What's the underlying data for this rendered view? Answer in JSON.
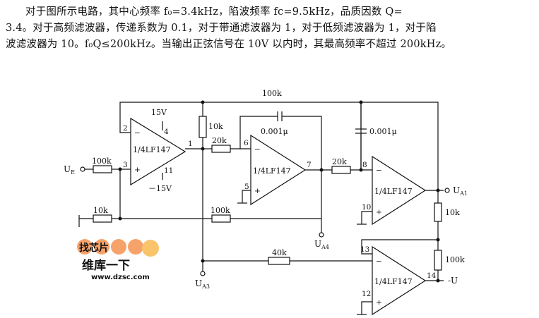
{
  "description": [
    "对于图所示电路，其中心频率 f₀=3.4kHz，陷波频率 fc=9.5kHz，品质因数 Q=",
    "3.4。对于高频滤波器，传递系数为 0.1，对于带通滤波器为 1，对于低频滤波器为 1，对于陷",
    "波滤波器为 10。f₀Q≤200kHz。当输出正弦信号在 10V 以内时，其最高频率不超过 200kHz。"
  ],
  "circuit": {
    "opamp": "1/4LF147",
    "minus": "−",
    "plus": "+",
    "vpos": "15V",
    "vneg": "－15V",
    "pins": {
      "p1": "1",
      "p2": "2",
      "p3": "3",
      "p4": "4",
      "p5": "5",
      "p6": "6",
      "p7": "7",
      "p8": "8",
      "p10": "10",
      "p11": "11",
      "p12": "12",
      "p13": "13",
      "p14": "14"
    },
    "components": {
      "r_top": "100k",
      "r_10k_v": "10k",
      "r_20k_1": "20k",
      "c1": "0.001μ",
      "c2": "0.001μ",
      "r_in": "100k",
      "r_10k_gnd": "10k",
      "r_100k_b": "100k",
      "r_20k_2": "20k",
      "r_10k_ua1": "10k",
      "r_40k": "40k",
      "r_100k_v": "100k"
    },
    "nodes": {
      "ue": {
        "main": "U",
        "sub": "E"
      },
      "ua1": {
        "main": "U",
        "sub": "A1"
      },
      "ua4": {
        "main": "U",
        "sub": "A4"
      },
      "ua3": {
        "main": "U",
        "sub": "A3"
      },
      "uout": {
        "main": "-U"
      }
    }
  },
  "watermark": {
    "top": "找芯片",
    "middle": "维库一下",
    "url": "www.dzsc.com"
  }
}
